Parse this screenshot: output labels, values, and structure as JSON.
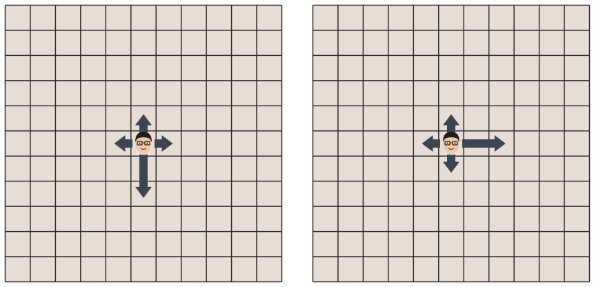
{
  "grid": {
    "rows": 11,
    "cols": 11,
    "fill": "#e8ddd4",
    "line": "#2b2b2b"
  },
  "arrow_color": "#3d4552",
  "panels": [
    {
      "name": "left-grid",
      "agent": {
        "row": 5,
        "col": 5,
        "icon": "person-face-icon"
      },
      "arrows": [
        {
          "dir": "up",
          "cells": 1
        },
        {
          "dir": "left",
          "cells": 1
        },
        {
          "dir": "right",
          "cells": 1
        },
        {
          "dir": "down",
          "cells": 2
        }
      ]
    },
    {
      "name": "right-grid",
      "agent": {
        "row": 5,
        "col": 5,
        "icon": "person-face-icon"
      },
      "arrows": [
        {
          "dir": "up",
          "cells": 1
        },
        {
          "dir": "left",
          "cells": 1
        },
        {
          "dir": "right",
          "cells": 2
        },
        {
          "dir": "down",
          "cells": 1
        }
      ]
    }
  ]
}
